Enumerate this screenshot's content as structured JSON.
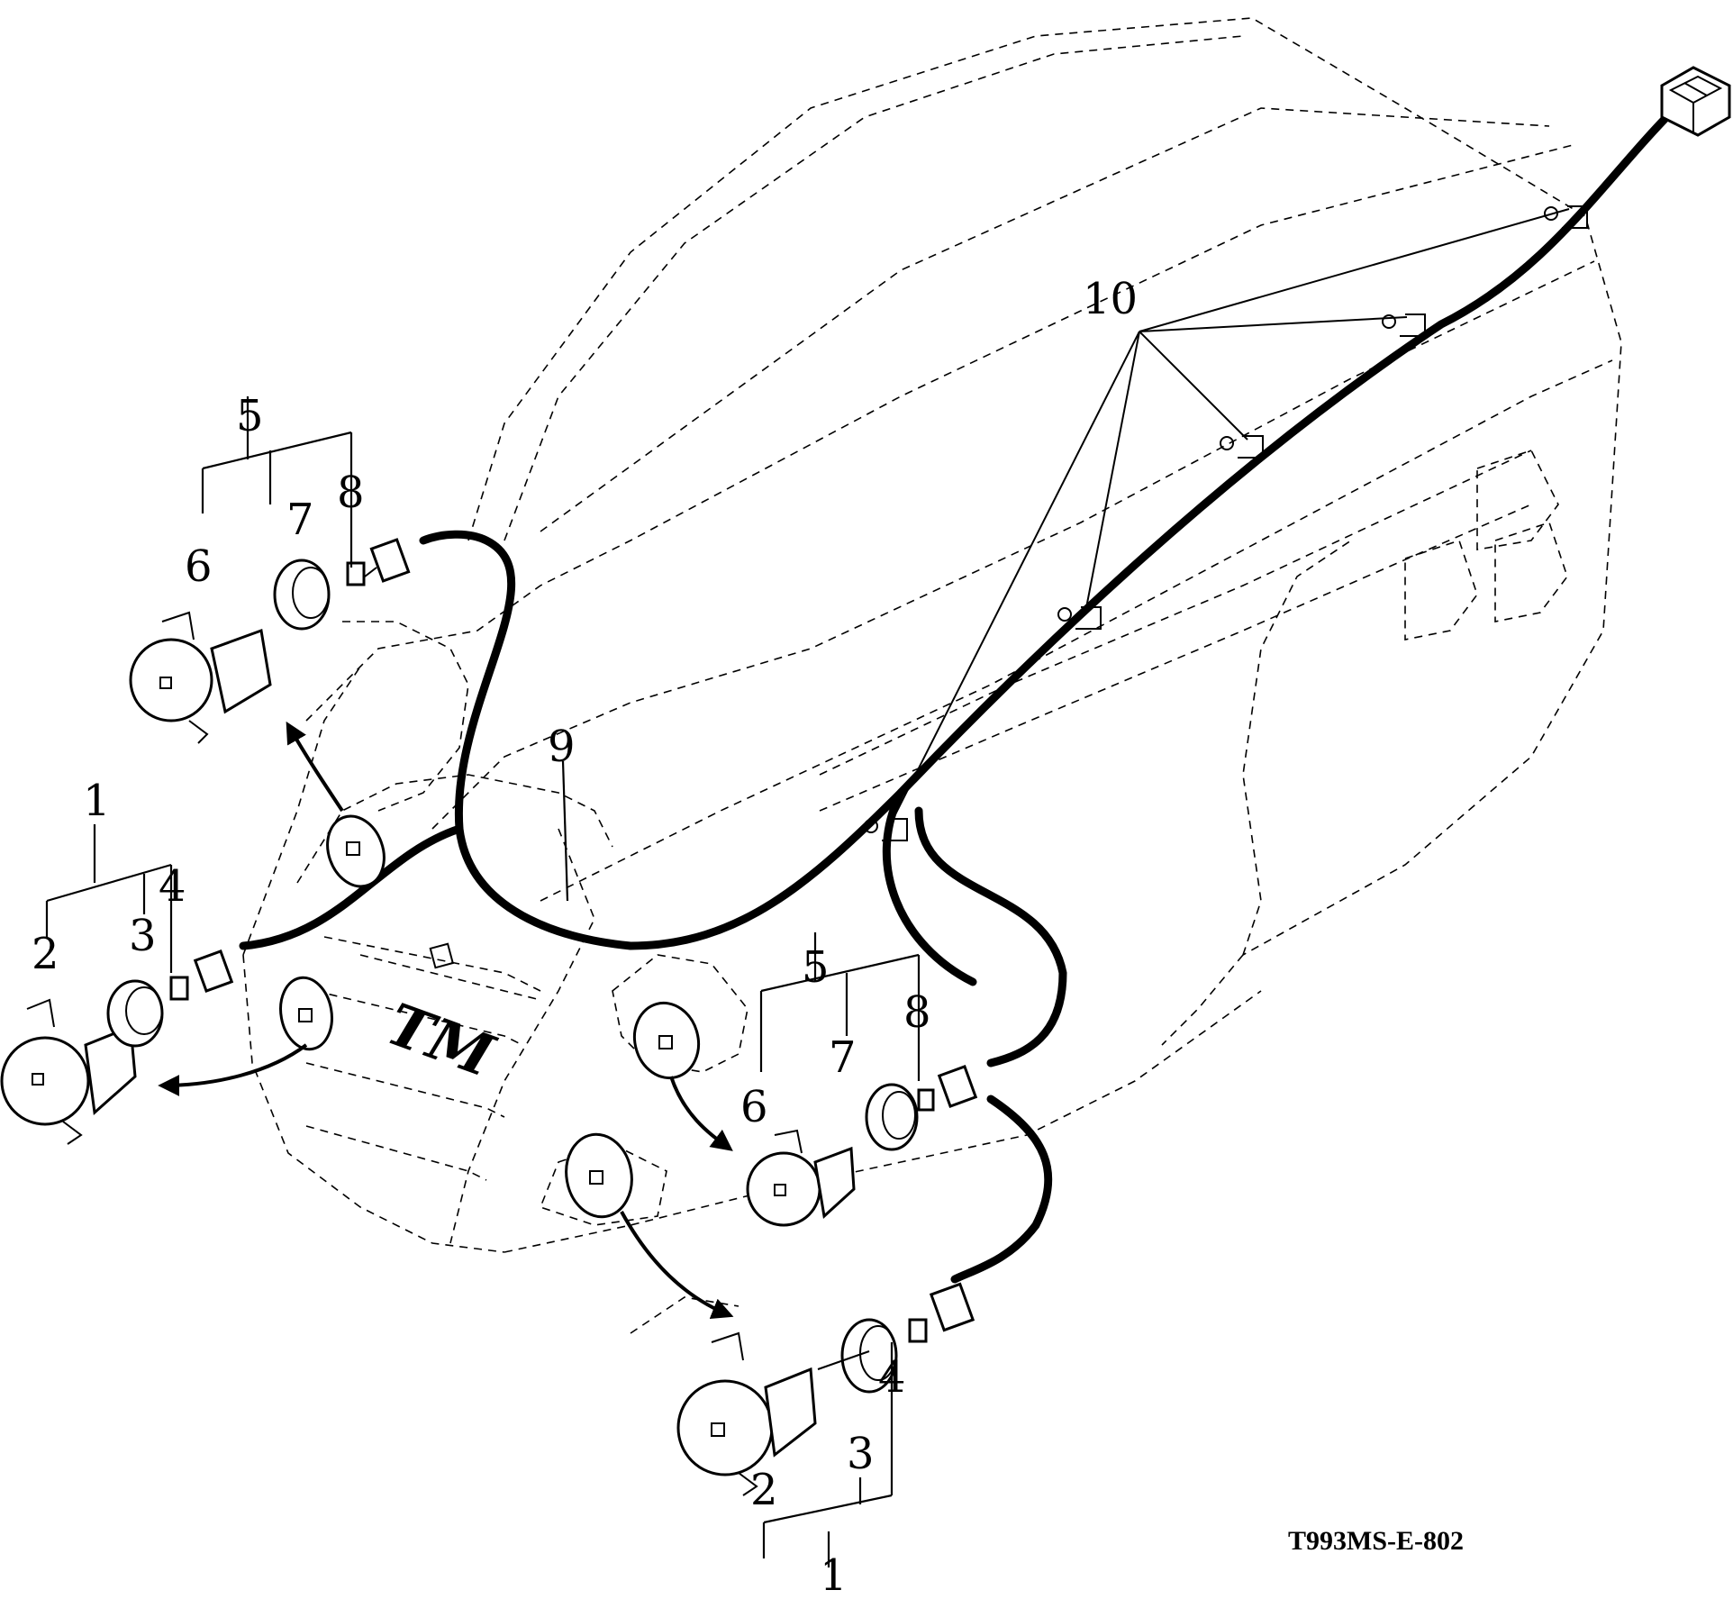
{
  "callouts": {
    "n1_left": "1",
    "n2_left": "2",
    "n3_left": "3",
    "n4_left": "4",
    "n5_top": "5",
    "n6_top": "6",
    "n7_top": "7",
    "n8_top": "8",
    "n9": "9",
    "n10": "10",
    "n5_mid": "5",
    "n6_mid": "6",
    "n7_mid": "7",
    "n8_mid": "8",
    "n1_bottom": "1",
    "n2_bottom": "2",
    "n3_bottom": "3",
    "n4_bottom": "4"
  },
  "emblem": "TM",
  "drawing_code": "T993MS-E-802"
}
